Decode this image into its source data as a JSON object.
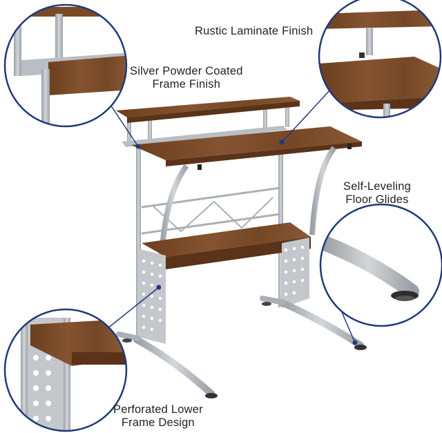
{
  "colors": {
    "wood": "#7a4a26",
    "wood_dark": "#5a3318",
    "frame": "#b9bec4",
    "frame_dark": "#8d9399",
    "circle_stroke": "#1f3a7a"
  },
  "callouts": {
    "laminate": {
      "line1": "Rustic Laminate Finish"
    },
    "frame": {
      "line1": "Silver Powder Coated",
      "line2": "Frame Finish"
    },
    "glides": {
      "line1": "Self-Leveling",
      "line2": "Floor Glides"
    },
    "perforated": {
      "line1": "Perforated Lower",
      "line2": "Frame Design"
    }
  }
}
